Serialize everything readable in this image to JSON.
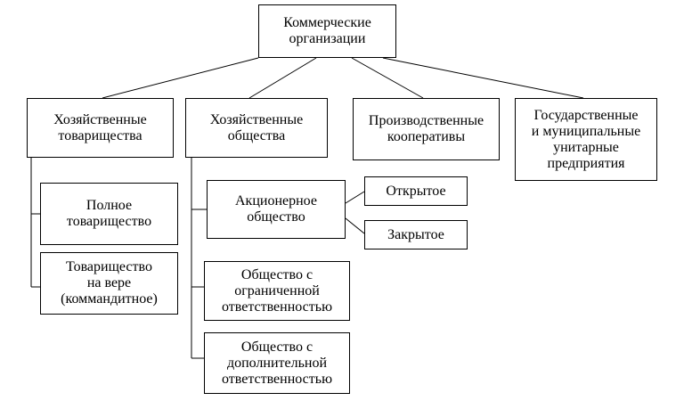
{
  "root": {
    "label": "Коммерческие\nорганизации"
  },
  "categories": [
    {
      "label": "Хозяйственные\nтоварищества",
      "children": [
        {
          "label": "Полное\nтоварищество"
        },
        {
          "label": "Товарищество\nна вере\n(коммандитное)"
        }
      ]
    },
    {
      "label": "Хозяйственные\nобщества",
      "children": [
        {
          "label": "Акционерное\nобщество",
          "children": [
            {
              "label": "Открытое"
            },
            {
              "label": "Закрытое"
            }
          ]
        },
        {
          "label": "Общество с\nограниченной\nответственностью"
        },
        {
          "label": "Общество с\nдополнительной\nответственностью"
        }
      ]
    },
    {
      "label": "Производственные\nкооперативы"
    },
    {
      "label": "Государственные\nи муниципальные\nунитарные\nпредприятия"
    }
  ]
}
